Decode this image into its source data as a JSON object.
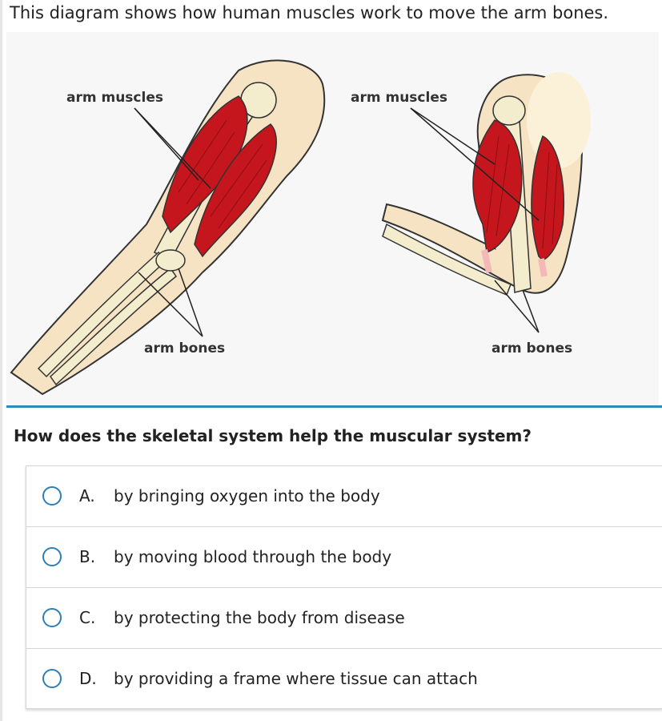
{
  "intro_text": "This diagram shows how human muscles work to move the arm bones.",
  "figure": {
    "left_arm": {
      "muscles_label": "arm muscles",
      "bones_label": "arm bones"
    },
    "right_arm": {
      "muscles_label": "arm muscles",
      "bones_label": "arm bones"
    }
  },
  "question": "How does the skeletal system help the muscular system?",
  "answers": [
    {
      "letter": "A.",
      "text": "by bringing oxygen into the body"
    },
    {
      "letter": "B.",
      "text": "by moving blood through the body"
    },
    {
      "letter": "C.",
      "text": "by protecting the body from disease"
    },
    {
      "letter": "D.",
      "text": "by providing a frame where tissue can attach"
    }
  ],
  "colors": {
    "accent": "#2e8bb7",
    "radio": "#2b7fb5",
    "muscle": "#c4161c",
    "skin": "#f6e3c3",
    "bone": "#f3eccd"
  }
}
